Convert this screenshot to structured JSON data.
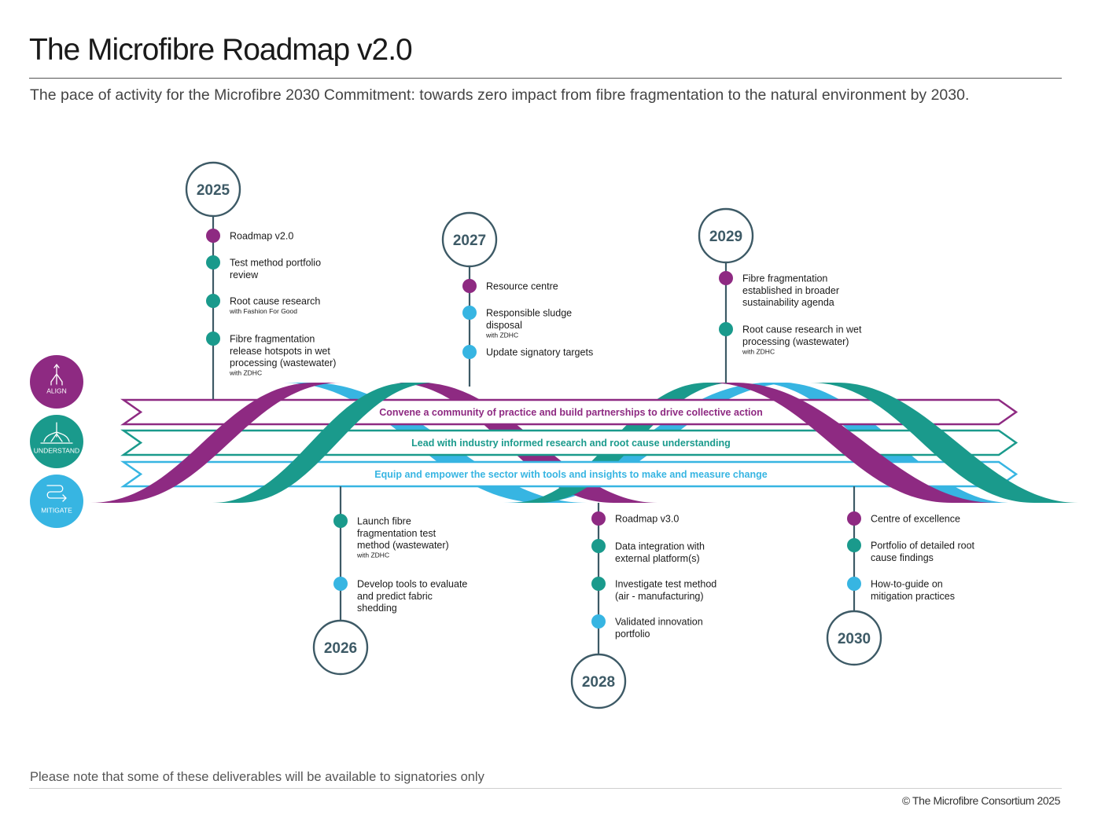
{
  "title": "The Microfibre Roadmap v2.0",
  "subtitle": "The pace of activity for the Microfibre 2030 Commitment: towards zero impact from fibre fragmentation to the natural environment by 2030.",
  "footnote": "Please note that some of these deliverables will be available to signatories only",
  "copyright": "© The Microfibre Consortium 2025",
  "colors": {
    "align": "#8e2a82",
    "understand": "#1a9a8c",
    "mitigate": "#37b5e2",
    "year_stroke": "#3d5a66",
    "year_text": "#3d5a66"
  },
  "legend": [
    {
      "label": "ALIGN",
      "icon": "branching-arrows-up-icon",
      "color": "#8e2a82"
    },
    {
      "label": "UNDERSTAND",
      "icon": "tree-network-icon",
      "color": "#1a9a8c"
    },
    {
      "label": "MITIGATE",
      "icon": "route-arrow-icon",
      "color": "#37b5e2"
    }
  ],
  "bands": [
    {
      "text": "Convene a community of practice and build partnerships to drive collective action",
      "color": "#8e2a82"
    },
    {
      "text": "Lead with industry informed research and root cause understanding",
      "color": "#1a9a8c"
    },
    {
      "text": "Equip and empower the sector with tools and insights to make and measure change",
      "color": "#37b5e2"
    }
  ],
  "years": [
    {
      "year": "2025",
      "items": [
        {
          "lines": [
            "Roadmap v2.0"
          ],
          "color": "#8e2a82"
        },
        {
          "lines": [
            "Test method portfolio",
            "review"
          ],
          "color": "#1a9a8c"
        },
        {
          "lines": [
            "Root cause research"
          ],
          "note": "with Fashion For Good",
          "color": "#1a9a8c"
        },
        {
          "lines": [
            "Fibre fragmentation",
            "release hotspots in wet",
            "processing (wastewater)"
          ],
          "note": "with ZDHC",
          "color": "#1a9a8c"
        }
      ]
    },
    {
      "year": "2026",
      "items": [
        {
          "lines": [
            "Launch fibre",
            "fragmentation test",
            "method (wastewater)"
          ],
          "note": "with ZDHC",
          "color": "#1a9a8c"
        },
        {
          "lines": [
            "Develop tools to evaluate",
            "and predict fabric",
            "shedding"
          ],
          "color": "#37b5e2"
        }
      ]
    },
    {
      "year": "2027",
      "items": [
        {
          "lines": [
            "Resource centre"
          ],
          "color": "#8e2a82"
        },
        {
          "lines": [
            "Responsible sludge",
            "disposal"
          ],
          "note": "with ZDHC",
          "color": "#37b5e2"
        },
        {
          "lines": [
            "Update signatory targets"
          ],
          "color": "#37b5e2"
        }
      ]
    },
    {
      "year": "2028",
      "items": [
        {
          "lines": [
            "Roadmap v3.0"
          ],
          "color": "#8e2a82"
        },
        {
          "lines": [
            "Data integration with",
            "external platform(s)"
          ],
          "color": "#1a9a8c"
        },
        {
          "lines": [
            "Investigate test method",
            "(air - manufacturing)"
          ],
          "color": "#1a9a8c"
        },
        {
          "lines": [
            "Validated innovation",
            "portfolio"
          ],
          "color": "#37b5e2"
        }
      ]
    },
    {
      "year": "2029",
      "items": [
        {
          "lines": [
            "Fibre fragmentation",
            "established in broader",
            "sustainability agenda"
          ],
          "color": "#8e2a82"
        },
        {
          "lines": [
            "Root cause research in wet",
            "processing (wastewater)"
          ],
          "note": "with ZDHC",
          "color": "#1a9a8c"
        }
      ]
    },
    {
      "year": "2030",
      "items": [
        {
          "lines": [
            "Centre of excellence"
          ],
          "color": "#8e2a82"
        },
        {
          "lines": [
            "Portfolio of detailed root",
            "cause findings"
          ],
          "color": "#1a9a8c"
        },
        {
          "lines": [
            "How-to-guide on",
            "mitigation practices"
          ],
          "color": "#37b5e2"
        }
      ]
    }
  ]
}
